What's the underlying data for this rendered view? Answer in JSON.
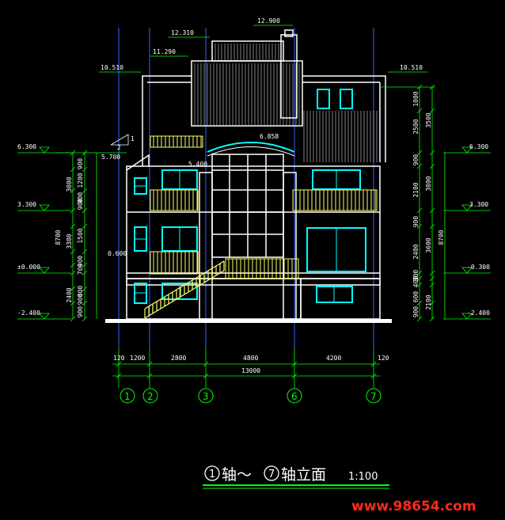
{
  "elevations_left": [
    "6.300",
    "3.300",
    "±0.000",
    "-2.400"
  ],
  "elevations_right": [
    "6.300",
    "3.300",
    "-0.300",
    "-2.400"
  ],
  "elevations_top": [
    "12.900",
    "12.310",
    "11.290",
    "10.510",
    "10.510",
    "6.858",
    "5.700",
    "5.400",
    "0.600"
  ],
  "left_dims_inner": [
    "900",
    "1200",
    "900",
    "900",
    "1500",
    "900",
    "700",
    "900",
    "800",
    "900"
  ],
  "left_dims_mid": [
    "3000",
    "3300",
    "2400"
  ],
  "left_dims_outer": "8700",
  "right_dims_inner": [
    "1000",
    "2500",
    "900",
    "2100",
    "900",
    "2400",
    "300",
    "400",
    "600",
    "900"
  ],
  "right_dims_mid": [
    "3500",
    "3000",
    "3600",
    "2100"
  ],
  "right_dims_outer": "8700",
  "bottom_dims": [
    "120",
    "1200",
    "2800",
    "4800",
    "4200",
    "120"
  ],
  "bottom_total": "13000",
  "axis_labels": [
    "1",
    "2",
    "3",
    "6",
    "7"
  ],
  "slope_marks": [
    "1",
    "2"
  ],
  "title": {
    "axis_from": "1",
    "axis_to": "7",
    "text_a": "轴～",
    "text_b": "轴立面",
    "scale": "1:100"
  },
  "watermark": "www.98654.com",
  "colors": {
    "background": "#000000",
    "dimension": "#00ff00",
    "outline": "#ffffff",
    "railing": "#ffff66",
    "window": "#00ffff",
    "axis_line": "#3a5fff",
    "watermark": "#ff2a1a"
  }
}
